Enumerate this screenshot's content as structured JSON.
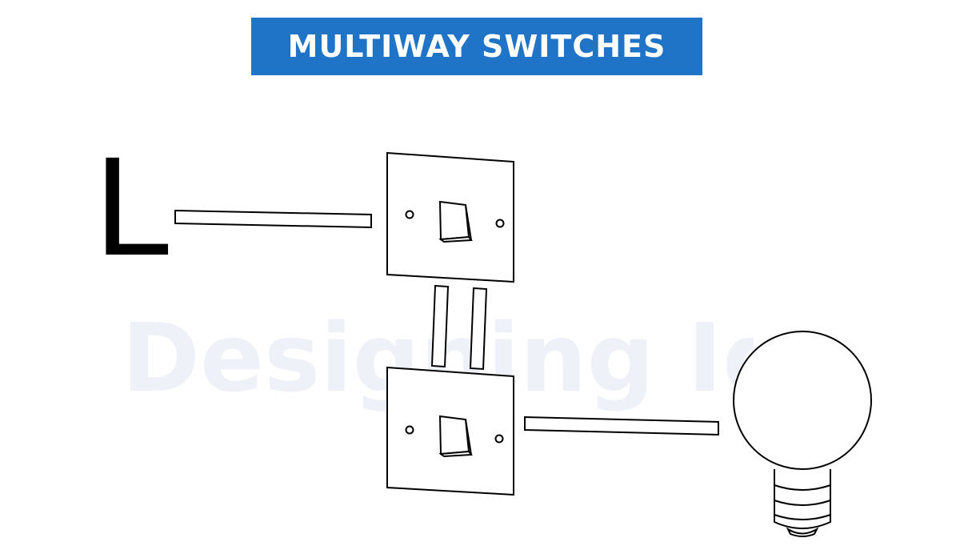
{
  "title": "MULTIWAY SWITCHES",
  "live_label": "L",
  "watermark": "Designing Ide",
  "colors": {
    "banner": "#1f74c8",
    "banner_text": "#ffffff",
    "line": "#000000",
    "watermark": "#eef2f8"
  },
  "components": {
    "switches": [
      "switch",
      "switch"
    ],
    "bulb": "light-bulb-icon",
    "wires": [
      "wire-live-to-switch-1",
      "traveller-wire-1",
      "traveller-wire-2",
      "wire-switch-2-to-bulb"
    ]
  }
}
